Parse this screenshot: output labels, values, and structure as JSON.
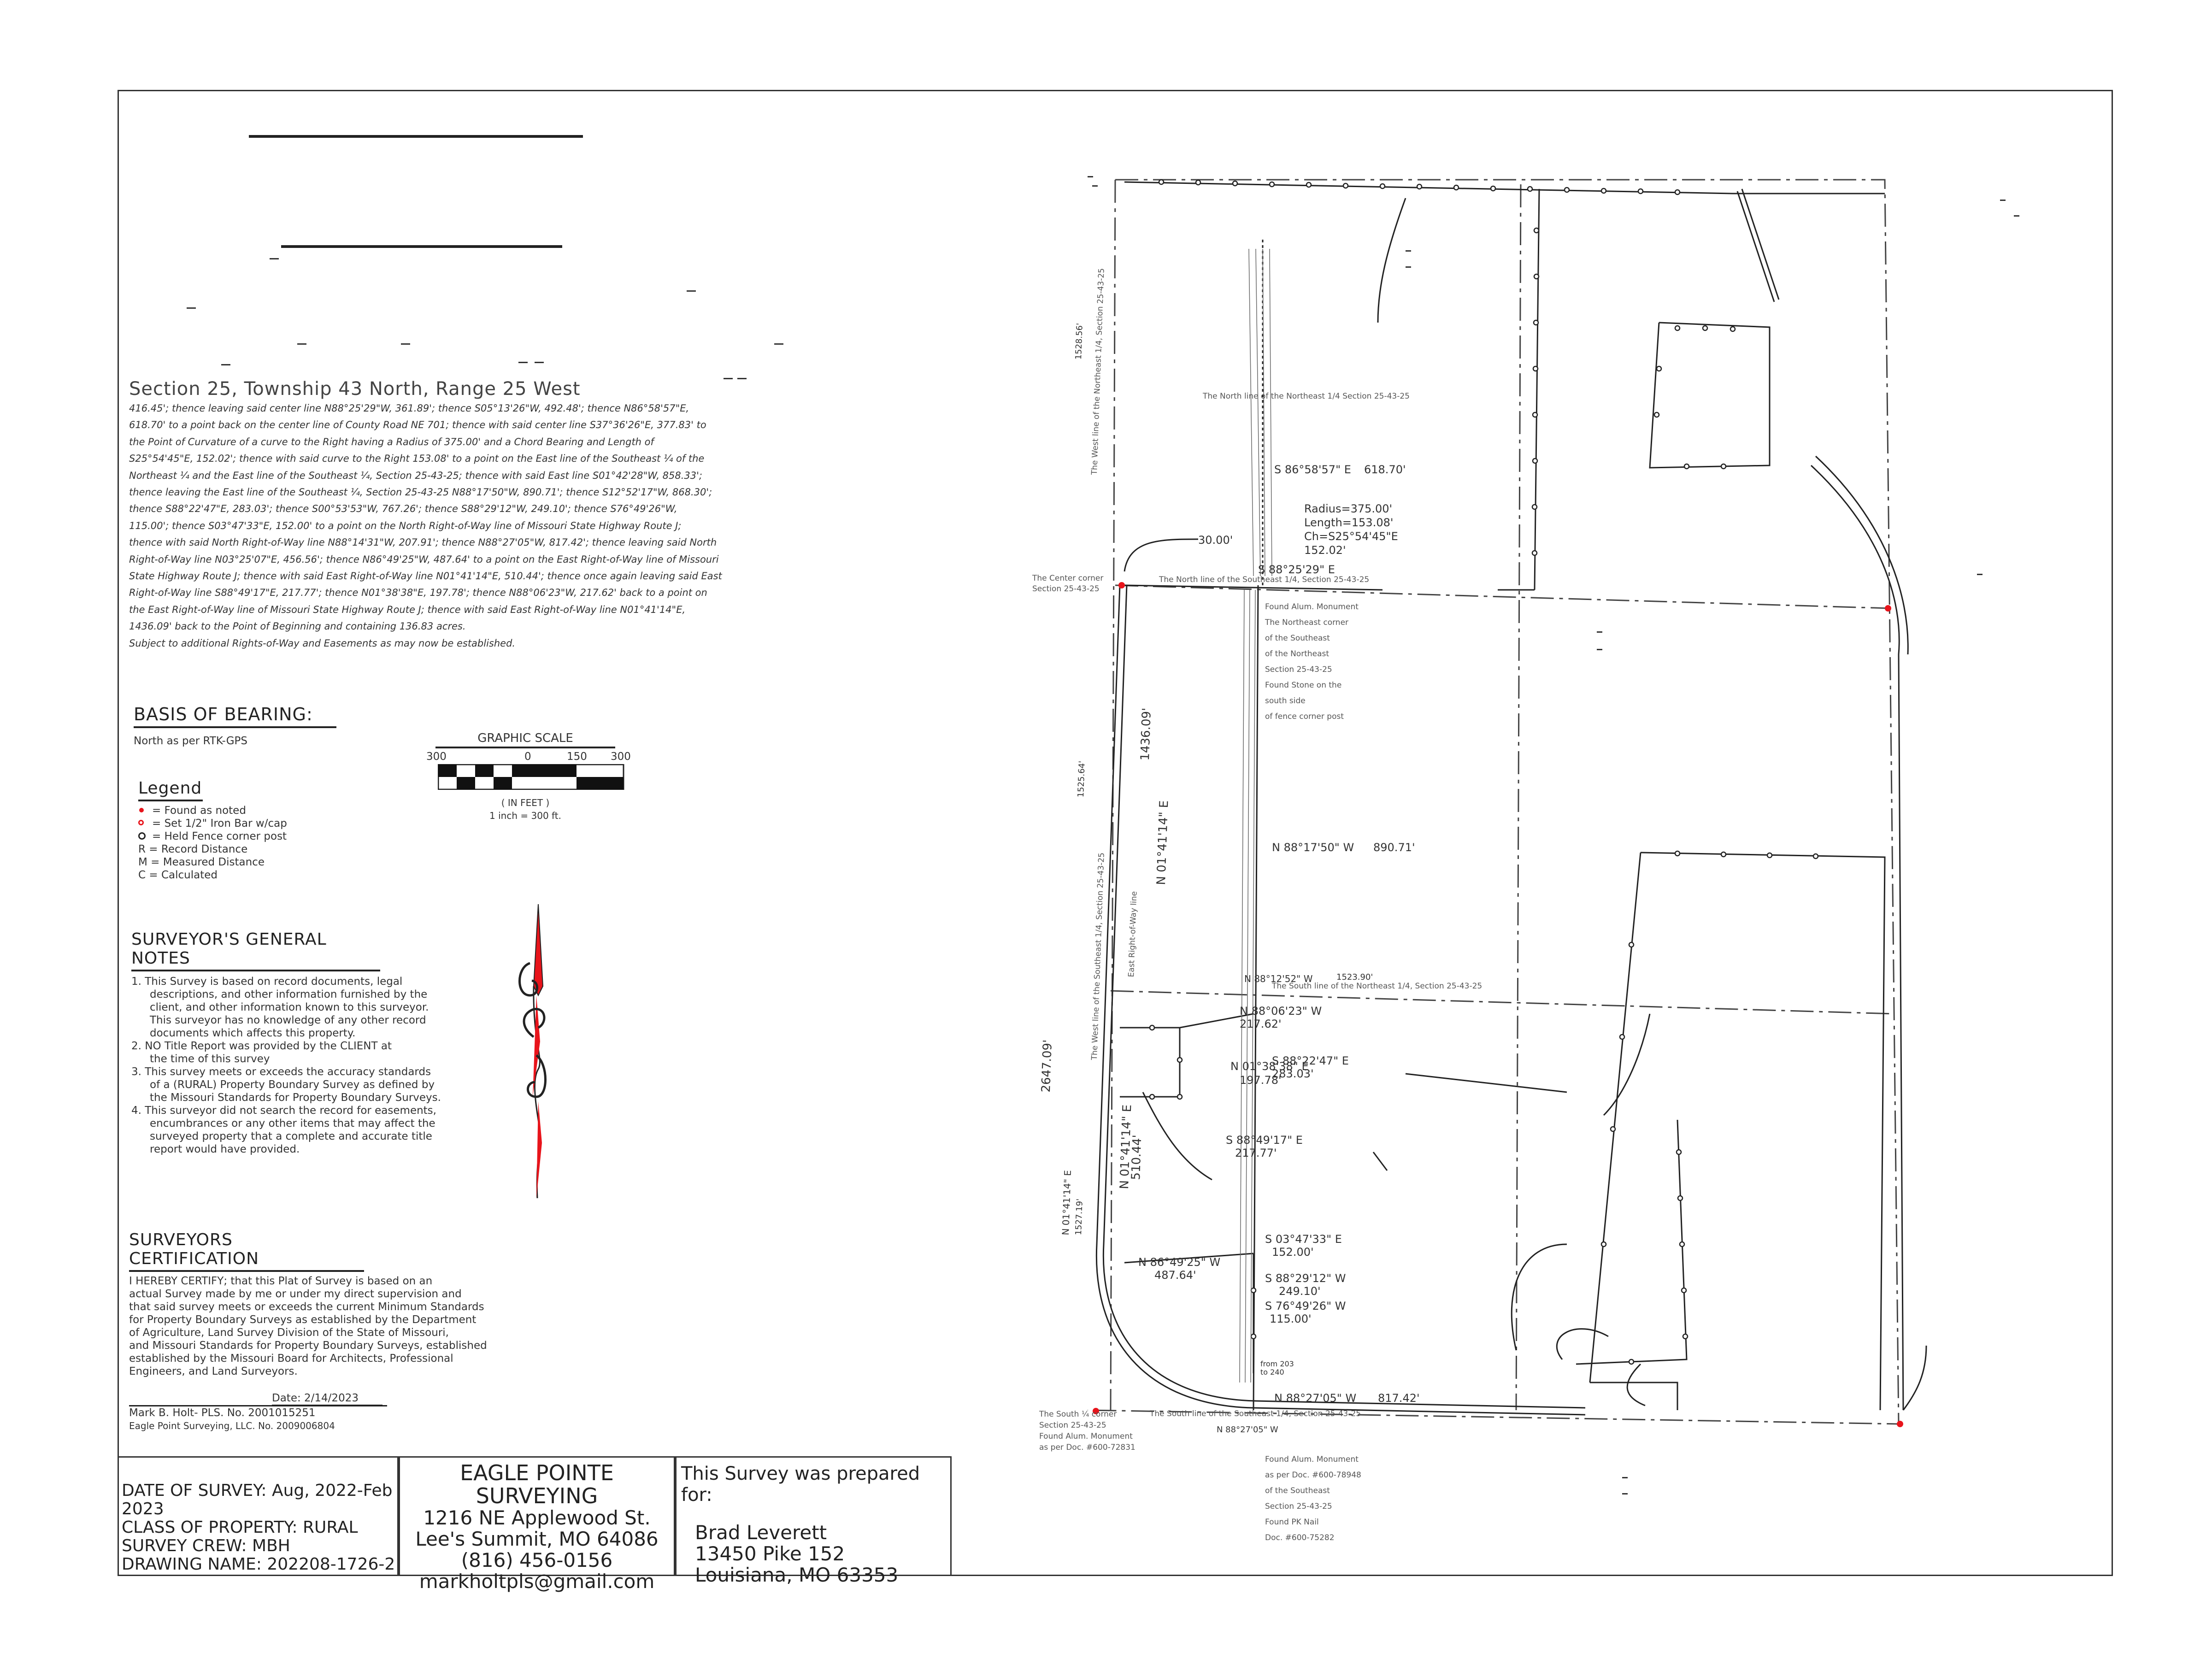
{
  "legal": {
    "heading": "Section 25, Township 43 North, Range 25 West",
    "lines": [
      "416.45'; thence leaving said center line N88°25'29\"W, 361.89'; thence S05°13'26\"W, 492.48'; thence N86°58'57\"E,",
      "618.70' to a point back on the center line of County Road NE 701; thence with said center line S37°36'26\"E, 377.83' to",
      "the Point of Curvature of a curve to the Right having a Radius of 375.00' and a Chord Bearing and Length of",
      "S25°54'45\"E, 152.02'; thence with said curve to the Right 153.08' to a point on the East line of the Southeast ¼ of the",
      "Northeast ¼ and the East line of the Southeast ¼, Section 25-43-25; thence with said East line S01°42'28\"W, 858.33';",
      "thence leaving the East line of the Southeast ¼, Section 25-43-25 N88°17'50\"W, 890.71'; thence S12°52'17\"W, 868.30';",
      "thence S88°22'47\"E, 283.03'; thence S00°53'53\"W, 767.26'; thence S88°29'12\"W, 249.10'; thence S76°49'26\"W,",
      "115.00'; thence S03°47'33\"E, 152.00' to a point on the North Right-of-Way line of Missouri State Highway Route J;",
      "thence with said North Right-of-Way line N88°14'31\"W, 207.91'; thence N88°27'05\"W, 817.42'; thence leaving said North",
      "Right-of-Way line N03°25'07\"E, 456.56'; thence N86°49'25\"W, 487.64' to a point on the East Right-of-Way line of Missouri",
      "State Highway Route J; thence with said East Right-of-Way line N01°41'14\"E, 510.44'; thence once again leaving said East",
      "Right-of-Way line S88°49'17\"E, 217.77'; thence N01°38'38\"E, 197.78'; thence N88°06'23\"W, 217.62' back to a point on",
      "the East Right-of-Way line of Missouri State Highway Route J; thence with said East Right-of-Way line N01°41'14\"E,",
      "1436.09' back to the Point of Beginning and containing 136.83 acres.",
      "Subject to additional Rights-of-Way and Easements as may now be established."
    ]
  },
  "basis": {
    "title": "BASIS OF BEARING:",
    "text": "North as per RTK-GPS"
  },
  "scale": {
    "title": "GRAPHIC SCALE",
    "t300l": "300",
    "t0": "0",
    "t150": "150",
    "t300r": "300",
    "unit": "( IN FEET )",
    "ratio": "1 inch = 300 ft."
  },
  "legend": {
    "title": "Legend",
    "items": [
      "= Found as noted",
      "= Set 1/2\" Iron Bar w/cap",
      "= Held Fence corner post"
    ],
    "r": "R = Record Distance",
    "m": "M = Measured Distance",
    "c": "C = Calculated"
  },
  "notes": {
    "title": "SURVEYOR'S GENERAL NOTES",
    "items": [
      [
        "1. This Survey is based on record documents, legal",
        "descriptions, and other information furnished by the",
        "client, and other information known to this surveyor.",
        "This surveyor has no knowledge of any other record",
        "documents which affects this property."
      ],
      [
        "2. NO Title Report was provided by the CLIENT at",
        "the time of this survey"
      ],
      [
        "3. This survey meets or exceeds the accuracy standards",
        "of a (RURAL) Property Boundary Survey as defined by",
        "the Missouri Standards for Property Boundary Surveys."
      ],
      [
        "4. This surveyor did not search the record for easements,",
        "encumbrances or any other items that may affect the",
        "surveyed property that a complete and accurate title",
        "report would have provided."
      ]
    ]
  },
  "cert": {
    "title": "SURVEYORS CERTIFICATION",
    "lines": [
      "I HEREBY CERTIFY;  that this Plat of Survey is based on an",
      "actual Survey made by me or under my direct supervision and",
      "that said survey meets or exceeds the current Minimum Standards",
      "for Property Boundary Surveys as established by the Department",
      "of Agriculture, Land Survey Division of the State of Missouri,",
      "and Missouri Standards for Property Boundary Surveys, established",
      "established by the Missouri Board for Architects, Professional",
      "Engineers, and Land Surveyors."
    ],
    "date": "Date: 2/14/2023",
    "sig1": "Mark B. Holt- PLS. No. 2001015251",
    "sig2": "Eagle Point Surveying, LLC.   No. 2009006804"
  },
  "titleblock": {
    "info": [
      "DATE OF SURVEY: Aug, 2022-Feb 2023",
      "CLASS OF PROPERTY: RURAL",
      "SURVEY CREW: MBH",
      "DRAWING NAME: 202208-1726-2"
    ],
    "company": [
      "EAGLE POINTE SURVEYING",
      "1216 NE Applewood St.",
      "Lee's Summit, MO 64086",
      "(816) 456-0156",
      "markholtpls@gmail.com"
    ],
    "prepared_title": "This Survey was prepared for:",
    "prepared": [
      "Brad Leverett",
      "13450 Pike 152",
      "Louisiana, MO 63353"
    ]
  },
  "map_labels": {
    "n_line": "The North line of the Northeast 1/4 Section 25-43-25",
    "center_corner": "The Center corner",
    "center_sec": "Section 25-43-25",
    "n_line_se": "The North line of the Southeast 1/4, Section 25-43-25",
    "w_line_ne": "The West line of the Northeast 1/4, Section 25-43-25",
    "w_line_se": "The West line of the Southeast 1/4, Section 25-43-25",
    "s_line_ne": "The South line of the Northeast 1/4, Section 25-43-25",
    "s_line_se": "The South line of the Southeast 1/4, Section 25-43-25",
    "e_row": "East Right-of-Way line",
    "south_corner": [
      "The South ¼ corner",
      "Section 25-43-25",
      "Found Alum. Monument",
      "as per Doc. #600-72831"
    ],
    "ne_corner": [
      "The Northeast corner",
      "of the Southeast",
      "of the Northeast",
      "Section 25-43-25",
      "Found Stone on the",
      "south side",
      "of fence corner post"
    ],
    "se_corner": [
      "Found Alum. Monument",
      "as per Doc. #600-78948",
      "of the Southeast",
      "Section 25-43-25",
      "Found PK Nail",
      "Doc. #600-75282"
    ],
    "found_mon": "Found Alum. Monument",
    "d1": "S 86°58'57\" E",
    "d1b": "618.70'",
    "radius": "Radius=375.00'",
    "length": "Length=153.08'",
    "ch": "Ch=S25°54'45\"E",
    "ch2": "152.02'",
    "d30": "30.00'",
    "d_s88": "S 88°25'29\" E",
    "d_1436": "1436.09'",
    "d_n0141": "N 01°41'14\" E",
    "d_1528": "1528.56'",
    "d_1525": "1525.64'",
    "d_890": "N 88°17'50\" W",
    "d_890b": "890.71'",
    "d_1523": "1523.90'",
    "d_n1252": "N 88°12'52\" W",
    "d_n8806": "N 88°06'23\" W",
    "d_21762": "217.62'",
    "d_n0138": "N 01°38'38\" E",
    "d_19778": "197.78'",
    "d_s8822": "S 88°22'47\" E",
    "d_28303": "283.03'",
    "d_s8849": "S 88°49'17\" E",
    "d_21777": "217.77'",
    "d_n0141b": "N 01°41'14\" E",
    "d_51044": "510.44'",
    "d_2647": "2647.09'",
    "d_n0141c": "N 01°41'14\" E",
    "d_1527": "1527.19'",
    "d_s0347": "S 03°47'33\" E",
    "d_15200": "152.00'",
    "d_n8649": "N 86°49'25\" W",
    "d_48764": "487.64'",
    "d_s8829": "S 88°29'12\" W",
    "d_24910": "249.10'",
    "d_s7649": "S 76°49'26\" W",
    "d_11500": "115.00'",
    "d_n8827": "N 88°27'05\" W",
    "d_81742": "817.42'",
    "d_n88bot": "N 88°27'05\" W",
    "d_frm": "from 203",
    "d_to": "to 240"
  },
  "colors": {
    "ink": "#222222",
    "red": "#e8141b"
  }
}
